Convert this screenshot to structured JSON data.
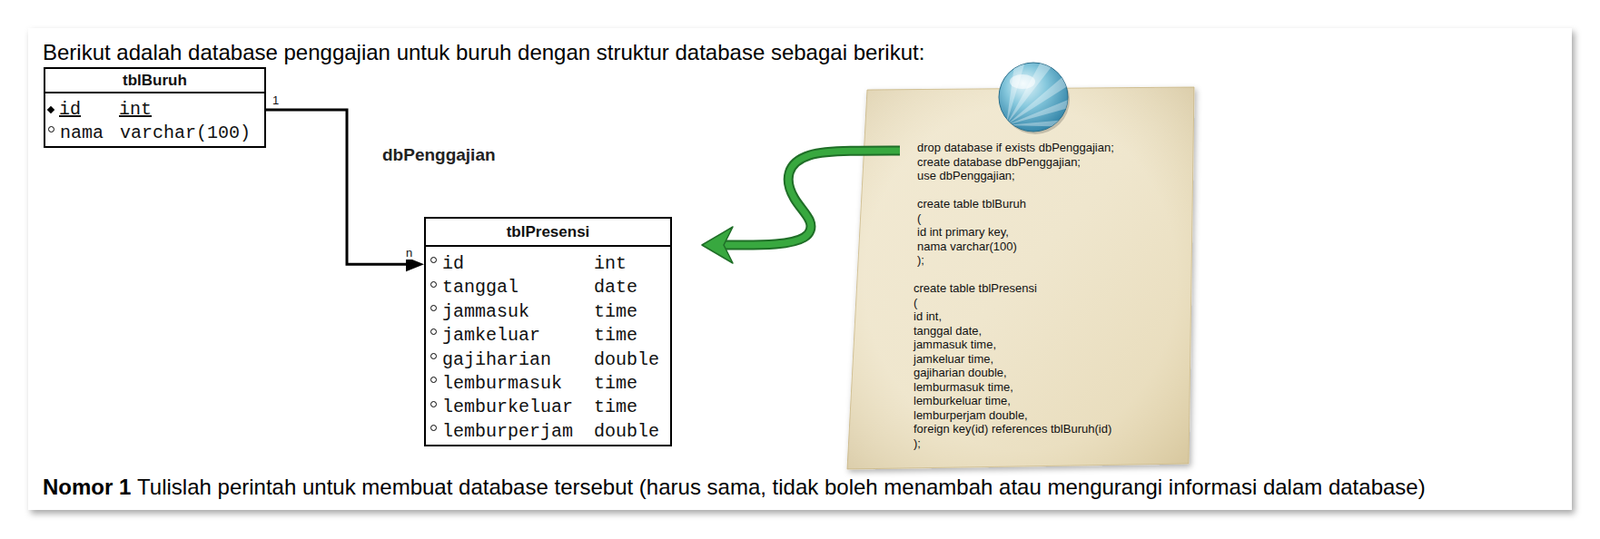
{
  "diagram": {
    "title": "Berikut adalah database penggajian untuk buruh dengan struktur database sebagai berikut:",
    "caption": "Tulislah perintah untuk membuat database tersebut (harus sama, tidak boleh menambah atau mengurangi informasi dalam database)",
    "nodes": [
      {
        "text": [
          "tblBuruh",
          "id",
          "int",
          "nama",
          "varchar(100)"
        ]
      },
      {
        "text": [
          "tblPresensi",
          "id",
          "int",
          "tanggal",
          "date",
          "jammasuk",
          "time",
          "jamkeluar",
          "time",
          "gajiharian",
          "double",
          "lemburmasuk",
          "time",
          "lemburkeluar",
          "time",
          "lemburperjam",
          "double"
        ]
      },
      {
        "text": [
          "drop database if exists dbPenggajian;",
          "create database dbPenggajian;",
          "use dbPenggajian;",
          "create table tblBuruh",
          "(",
          "id int primary key,",
          "nama varchar(100)",
          ");",
          "create table tblPresensi",
          "(",
          "id int,",
          "tanggal date,",
          "jammasuk time,",
          "jamkeluar time,",
          "gajiharian double,",
          "lemburmasuk time,",
          "lemburkeluar time,",
          "lemburperjam double,",
          "foreign key(id) references tblBuruh(id)",
          ");"
        ]
      }
    ],
    "edges": [
      {
        "from": 0,
        "to": 1,
        "arrow": "to"
      },
      {
        "from": 2,
        "to": 1,
        "arrow": "to"
      }
    ],
    "labels": [
      "dbPenggajian",
      "1",
      "n",
      "Nomor 1"
    ]
  }
}
